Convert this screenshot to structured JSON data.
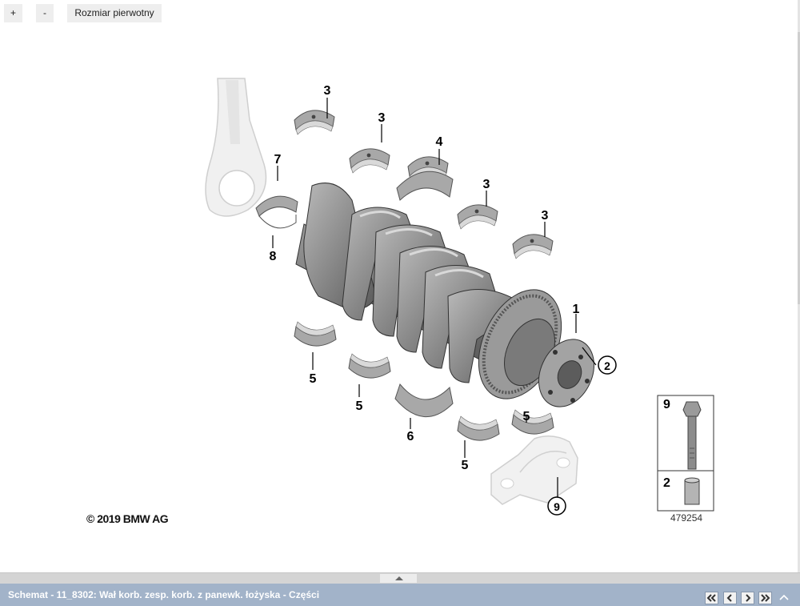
{
  "toolbar": {
    "zoom_in_label": "+",
    "zoom_out_label": "-",
    "original_size_label": "Rozmiar pierwotny"
  },
  "diagram": {
    "callouts": [
      "3",
      "3",
      "4",
      "7",
      "3",
      "3",
      "8",
      "1",
      "2",
      "5",
      "5",
      "6",
      "5",
      "5",
      "9"
    ],
    "copyright": "© 2019 BMW AG",
    "legend": {
      "item_a": "9",
      "item_b": "2"
    },
    "part_number": "479254"
  },
  "status_bar": {
    "title": "Schemat - 11_8302: Wał korb. zesp. korb. z panewk. łożyska - Części",
    "nav_icons": [
      "first-page-icon",
      "previous-page-icon",
      "next-page-icon",
      "last-page-icon",
      "collapse-up-icon"
    ]
  },
  "colors": {
    "status_bar": "#a2b3c9",
    "button_bg": "#eeeeee",
    "part_gray": "#8a8a8a"
  }
}
